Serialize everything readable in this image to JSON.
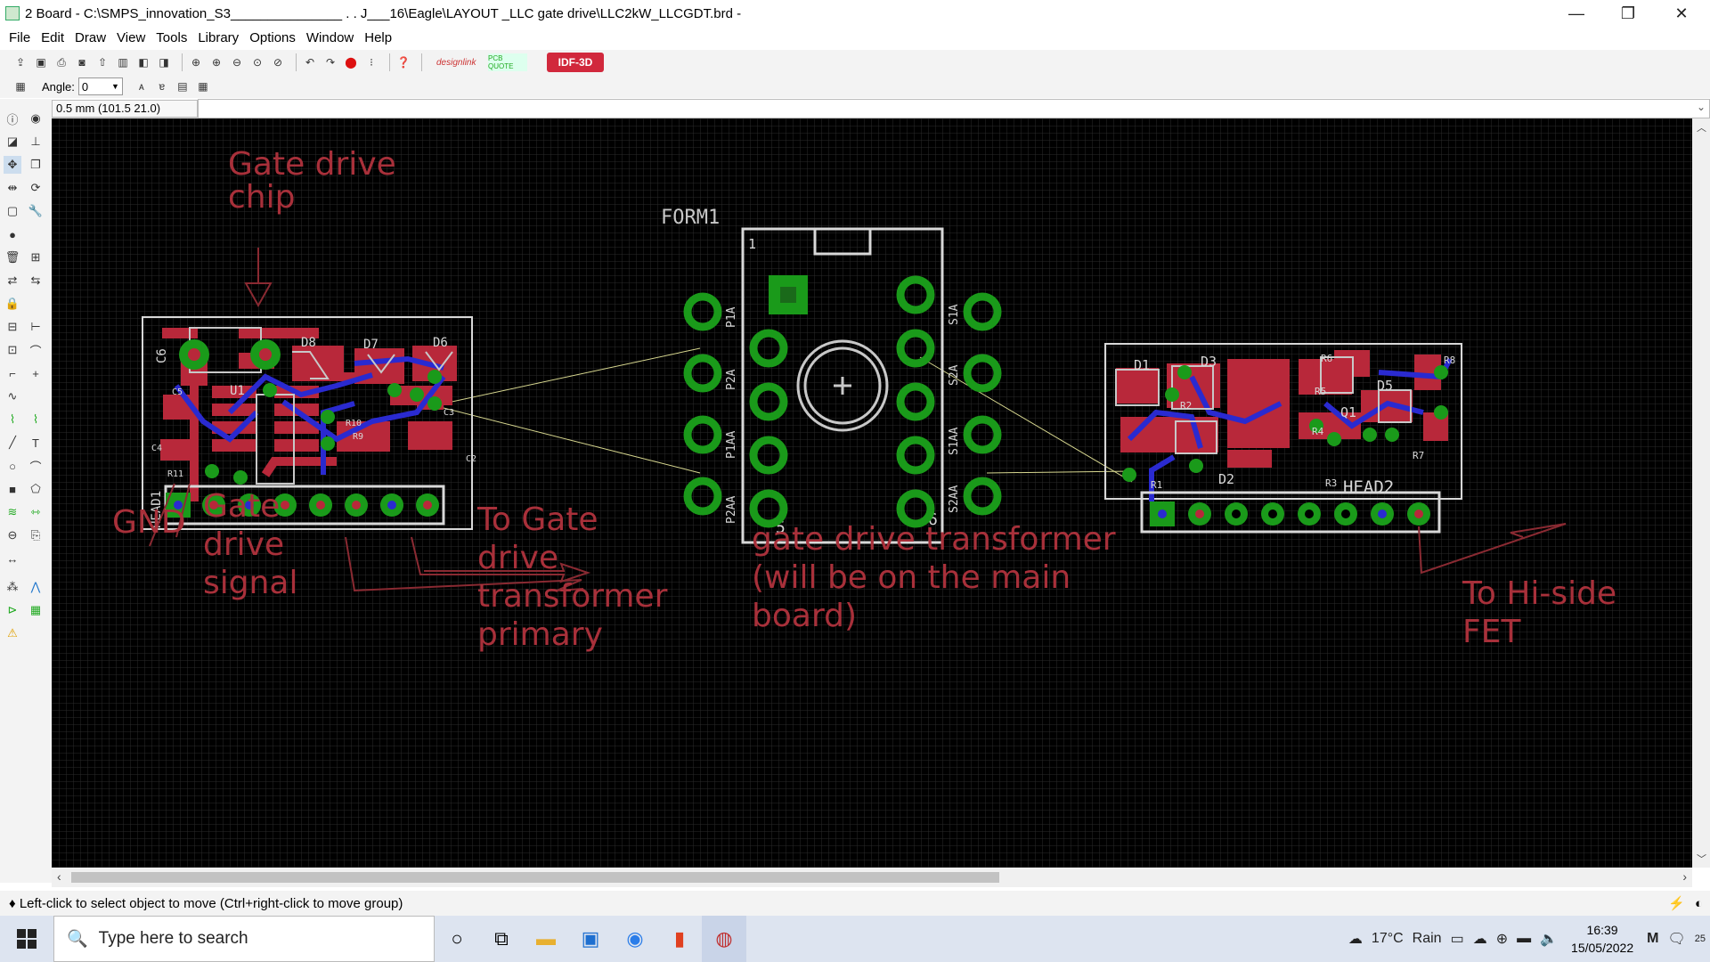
{
  "window": {
    "title": "2 Board - C:\\SMPS_innovation_S3_______________          . . J___16\\Eagle\\LAYOUT _LLC gate drive\\LLC2kW_LLCGDT.brd -",
    "minimize": "—",
    "restore": "❐",
    "close": "✕"
  },
  "menu": [
    "File",
    "Edit",
    "Draw",
    "View",
    "Tools",
    "Library",
    "Options",
    "Window",
    "Help"
  ],
  "toolbar": {
    "designlink_label": "designlink",
    "pcbquote_label": "PCB QUOTE",
    "idf_label": "IDF-3D"
  },
  "params": {
    "angle_label": "Angle:",
    "angle_value": "0"
  },
  "coord_display": "0.5 mm (101.5 21.0)",
  "board": {
    "annotations": {
      "gate_chip": [
        "Gate drive",
        "chip"
      ],
      "gnd": "GND",
      "gate_signal": [
        "Gate",
        "drive",
        "signal"
      ],
      "to_gdt_primary": [
        "To Gate",
        "drive",
        "transformer",
        "primary"
      ],
      "gdt_note": [
        "gate drive transformer",
        "(will be on the main",
        "board)"
      ],
      "to_hiside": [
        "To Hi-side",
        "FET"
      ]
    },
    "transformer": {
      "name": "FORM1",
      "pin_labels_left": [
        "P1A",
        "P2A",
        "P1AA",
        "P2AA"
      ],
      "pin_labels_right": [
        "S1A",
        "S2A",
        "S1AA",
        "S2AA"
      ],
      "pin1": "1",
      "pin5": "5",
      "pin6": "6"
    },
    "left_board": {
      "parts": [
        "C6",
        "D8",
        "D7",
        "D6",
        "C5",
        "U1",
        "C4",
        "R10",
        "R9",
        "C3",
        "R11",
        "C2",
        "HEAD1"
      ]
    },
    "right_board": {
      "parts": [
        "D1",
        "D3",
        "R6",
        "R8",
        "R2",
        "D5",
        "R5",
        "Q1",
        "R4",
        "R7",
        "R1",
        "D2",
        "R3",
        "HEAD2"
      ]
    }
  },
  "statusbar": {
    "hint": "♦ Left-click to select object to move (Ctrl+right-click to move group)"
  },
  "taskbar": {
    "search_placeholder": "Type here to search",
    "weather_temp": "17°C",
    "weather_desc": "Rain",
    "time": "16:39",
    "date": "15/05/2022",
    "notifications": "25"
  }
}
